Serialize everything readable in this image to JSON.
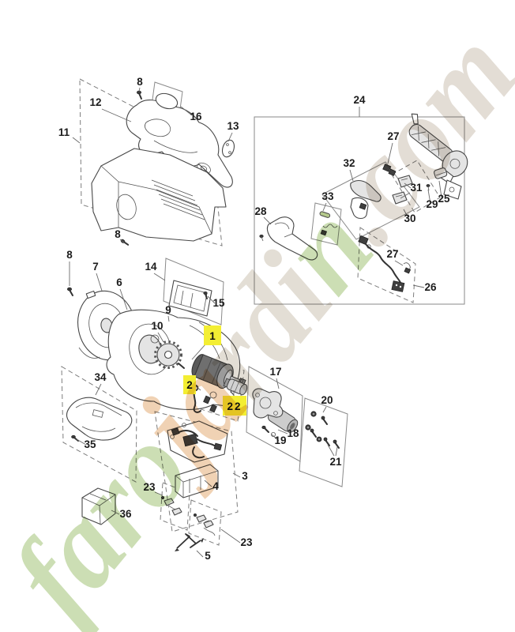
{
  "image_type": "exploded-parts-diagram",
  "watermark": {
    "t1": "faro",
    "t2": "ja",
    "t3": "rdi",
    "t4": "n",
    "t5": ".com",
    "c1": "#9cc06f",
    "c2": "#e2a96e",
    "c3": "#c9bfae",
    "c4": "#9cc06f",
    "c5": "#c9beae"
  },
  "highlight_color": "#f3ee33",
  "labels": {
    "n1": "1",
    "n2": "2",
    "n3": "3",
    "n4": "4",
    "n5": "5",
    "n6": "6",
    "n7": "7",
    "n8a": "8",
    "n8b": "8",
    "n8c": "8",
    "n9": "9",
    "n10": "10",
    "n11": "11",
    "n12": "12",
    "n13": "13",
    "n14": "14",
    "n15": "15",
    "n16": "16",
    "n17": "17",
    "n18": "18",
    "n19": "19",
    "n20": "20",
    "n21": "21",
    "n22": "22",
    "n23a": "23",
    "n23b": "23",
    "n24": "24",
    "n25": "25",
    "n26": "26",
    "n27a": "27",
    "n27b": "27",
    "n28": "28",
    "n29": "29",
    "n30": "30",
    "n31": "31",
    "n32": "32",
    "n33": "33",
    "n34": "34",
    "n35": "35",
    "n36": "36"
  }
}
